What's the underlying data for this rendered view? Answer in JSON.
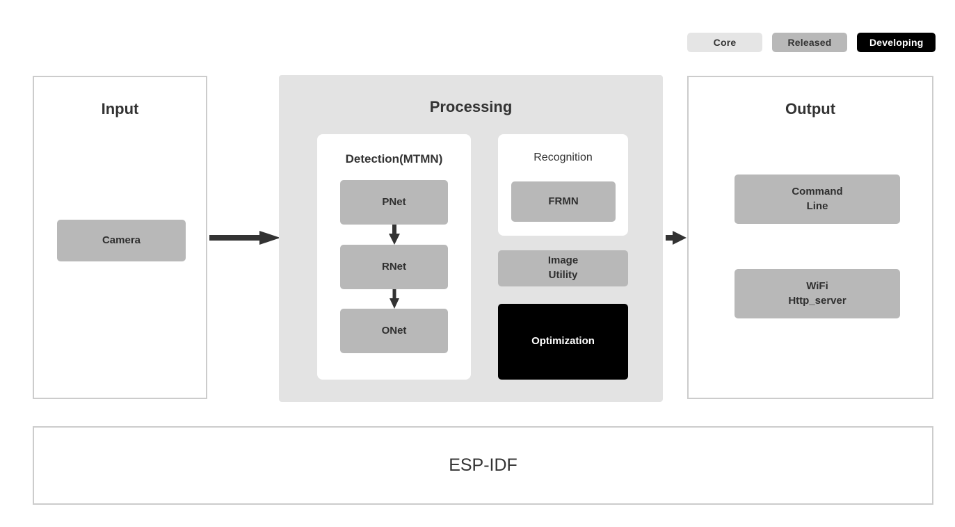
{
  "legend": {
    "items": [
      {
        "label": "Core",
        "color": "#e5e5e5",
        "text_color": "#333333"
      },
      {
        "label": "Released",
        "color": "#b8b8b8",
        "text_color": "#333333"
      },
      {
        "label": "Developing",
        "color": "#000000",
        "text_color": "#ffffff"
      }
    ]
  },
  "panels": {
    "input": {
      "title": "Input",
      "blocks": [
        {
          "label": "Camera",
          "status": "Released"
        }
      ]
    },
    "processing": {
      "title": "Processing",
      "detection": {
        "title": "Detection(MTMN)",
        "blocks": [
          {
            "label": "PNet",
            "status": "Released"
          },
          {
            "label": "RNet",
            "status": "Released"
          },
          {
            "label": "ONet",
            "status": "Released"
          }
        ]
      },
      "recognition": {
        "title": "Recognition",
        "blocks": [
          {
            "label": "FRMN",
            "status": "Released"
          }
        ]
      },
      "extra_blocks": [
        {
          "label": "Image\nUtility",
          "line1": "Image",
          "line2": "Utility",
          "status": "Released"
        },
        {
          "label": "Optimization",
          "line1": "Optimization",
          "line2": "",
          "status": "Developing"
        }
      ]
    },
    "output": {
      "title": "Output",
      "blocks": [
        {
          "line1": "Command",
          "line2": "Line",
          "status": "Released"
        },
        {
          "line1": "WiFi",
          "line2": "Http_server",
          "status": "Released"
        }
      ]
    },
    "footer": {
      "title": "ESP-IDF"
    }
  },
  "flow": {
    "arrows": [
      {
        "from": "Input",
        "to": "Processing"
      },
      {
        "from": "Processing",
        "to": "Output"
      },
      {
        "from": "PNet",
        "to": "RNet"
      },
      {
        "from": "RNet",
        "to": "ONet"
      }
    ]
  },
  "colors": {
    "released_block": "#b8b8b8",
    "core_panel": "#e3e3e3",
    "developing_block": "#000000",
    "panel_border": "#cccccc",
    "arrow": "#333333",
    "text": "#333333"
  }
}
